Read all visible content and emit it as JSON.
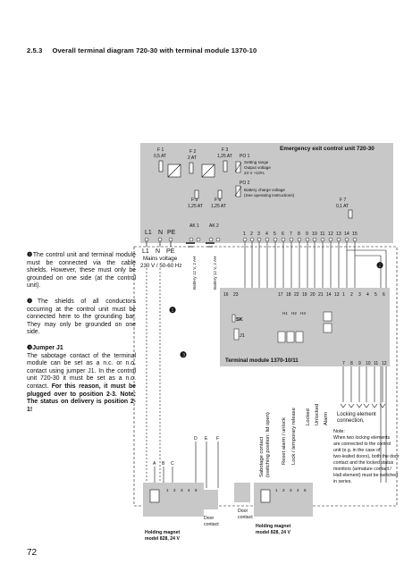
{
  "heading": {
    "number": "2.5.3",
    "title": "Overall terminal diagram 720-30 with terminal module 1370-10"
  },
  "page_number": "72",
  "notes": {
    "n1": {
      "marker": "❶",
      "text": "The control unit and terminal module must be connected via the cable shields. However, these must only be grounded on one side (at the control unit)."
    },
    "n2": {
      "marker": "❷",
      "text": "The shields of all conductors occurring at the control unit must be connected here to the grounding bar. They may only be grounded on one side."
    },
    "n3": {
      "marker": "❸",
      "title": "Jumper J1",
      "text": "The sabotage contact of the terminal module can be set as a n.c. or n.o. contact using jumper J1. In the control unit 720-30 it must be set as a n.o. contact.",
      "bold": "For this reason, it must be plugged over to position 2-3. Note: The status on delivery is position 2-1!"
    }
  },
  "diagram": {
    "control_unit_title": "Emergency exit control unit 720-30",
    "fuses": [
      {
        "name": "F 1",
        "rating": "0,5 AT"
      },
      {
        "name": "F 2",
        "rating": "2 AT"
      },
      {
        "name": "F 3",
        "rating": "1,25 AT"
      },
      {
        "name": "F 5",
        "rating": "1,25 AT"
      },
      {
        "name": "F 6",
        "rating": "1,25 AT"
      },
      {
        "name": "F 7",
        "rating": "0,1 AT"
      }
    ],
    "po1": {
      "name": "PO 1",
      "l1": "Setting range",
      "l2": "Output voltage",
      "l3": "24 V +10%"
    },
    "po2": {
      "name": "PO 2",
      "l1": "Battery charge voltage",
      "l2": "(See operating instructions)"
    },
    "top_terms": [
      "L1",
      "N",
      "PE"
    ],
    "ak": [
      "AK 1",
      "AK 2"
    ],
    "terminal_numbers": [
      "1",
      "2",
      "3",
      "4",
      "5",
      "6",
      "7",
      "8",
      "9",
      "10",
      "11",
      "12",
      "13",
      "14",
      "15"
    ],
    "mains": {
      "l1": "L1",
      "n": "N",
      "pe": "PE",
      "voltage": "Mains voltage",
      "freq": "230 V / 50-60 Hz"
    },
    "batteries": [
      "Battery 12 V, 2 AH",
      "Battery 12 V, 2 AH"
    ],
    "markers": {
      "one": "❶",
      "two": "❷",
      "three": "❸"
    },
    "tm_terminals": [
      "16",
      "23",
      "17",
      "18",
      "22",
      "19",
      "20",
      "21",
      "14",
      "13"
    ],
    "tm_right_top": [
      "1",
      "2",
      "3",
      "4",
      "5",
      "6"
    ],
    "tm_right_bottom": [
      "7",
      "8",
      "9",
      "10",
      "11",
      "12"
    ],
    "sk": "SK",
    "j1": "J1",
    "h_labels": [
      "H1",
      "H2",
      "H3"
    ],
    "terminal_module_title": "Terminal module 1370-10/11",
    "vertical_labels": {
      "sab1": "Sabotage contact",
      "sab2": "(switching position: lid open)",
      "reset": "Reset alarm / unlock",
      "lock": "Lock / temporary release",
      "locked": "Locked",
      "unlocked": "Unlocked",
      "alarm": "Alarm"
    },
    "locking": {
      "l1": "Locking element",
      "l2": "connection,"
    },
    "note": {
      "title": "Note:",
      "lines": [
        "When two locking elements",
        "are connected to the control",
        "unit (e.g. in the case of",
        "two-leafed doors), both the door",
        "contact and the locked status",
        "monitors (armature contact /",
        "Hall element) must be switched",
        "in series."
      ]
    },
    "abc": [
      "A",
      "B",
      "C"
    ],
    "def": [
      "D",
      "E",
      "F"
    ],
    "holding_magnet": {
      "l1": "Holding magnet",
      "l2": "model 828, 24 V"
    },
    "door_contact": {
      "l1": "Door",
      "l2": "contact"
    },
    "magnet_terms": [
      "1",
      "2",
      "3",
      "4",
      "5"
    ]
  }
}
